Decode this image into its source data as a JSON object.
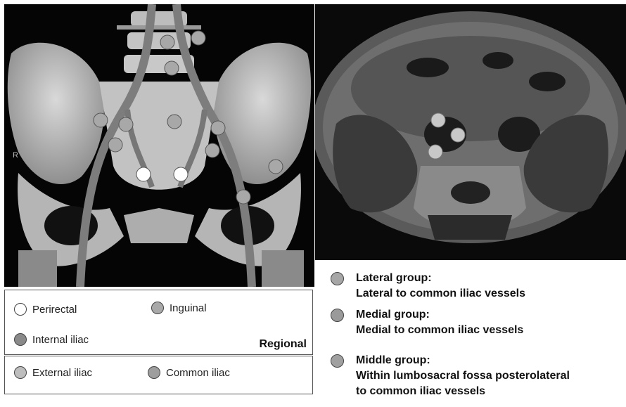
{
  "ct_panel": {
    "side_label": "R"
  },
  "legend_top": {
    "perirectal": {
      "label": "Perirectal",
      "color": "#ffffff"
    },
    "inguinal": {
      "label": "Inguinal",
      "color": "#a9a9a9"
    },
    "internal_iliac": {
      "label": "Internal iliac",
      "color": "#8a8a8a"
    },
    "regional_label": "Regional"
  },
  "legend_bottom": {
    "external_iliac": {
      "label": "External iliac",
      "color": "#bdbdbd"
    },
    "common_iliac": {
      "label": "Common iliac",
      "color": "#9e9e9e"
    }
  },
  "groups": {
    "lateral": {
      "title": "Lateral group:",
      "desc": "Lateral to common iliac vessels",
      "color": "#a6a6a6"
    },
    "medial": {
      "title": "Medial group:",
      "desc": "Medial to common iliac vessels",
      "color": "#9a9a9a"
    },
    "middle": {
      "title": "Middle group:",
      "desc": "Within lumbosacral fossa posterolateral",
      "desc2": "to common iliac vessels",
      "color": "#a0a0a0"
    }
  }
}
